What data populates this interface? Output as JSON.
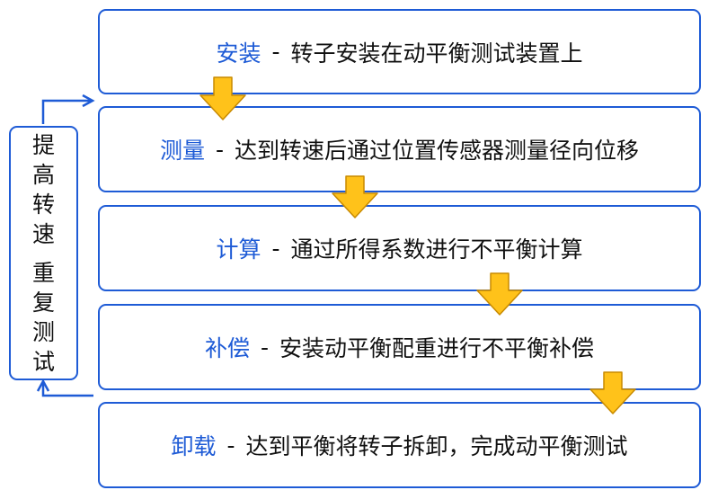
{
  "steps": [
    {
      "keyword": "安装",
      "separator": "-",
      "description": "转子安装在动平衡测试装置上"
    },
    {
      "keyword": "测量",
      "separator": "-",
      "description": "达到转速后通过位置传感器测量径向位移"
    },
    {
      "keyword": "计算",
      "separator": "-",
      "description": "通过所得系数进行不平衡计算"
    },
    {
      "keyword": "补偿",
      "separator": "-",
      "description": "安装动平衡配重进行不平衡补偿"
    },
    {
      "keyword": "卸载",
      "separator": "-",
      "description": "达到平衡将转子拆卸，完成动平衡测试"
    }
  ],
  "side_box": {
    "line1": "提高转速",
    "line2": "重复测试"
  },
  "colors": {
    "box_border": "#1e5bd6",
    "keyword": "#1e5bd6",
    "arrow_fill": "#ffc21a",
    "arrow_stroke": "#c88a00",
    "text": "#111111"
  }
}
